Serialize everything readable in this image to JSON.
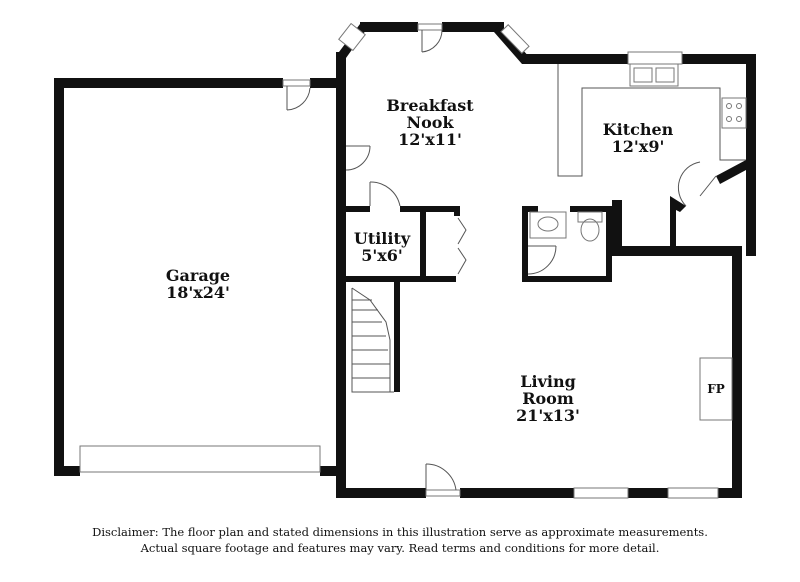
{
  "rooms": {
    "breakfast_nook": {
      "line1": "Breakfast",
      "line2": "Nook",
      "dims": "12'x11'"
    },
    "kitchen": {
      "name": "Kitchen",
      "dims": "12'x9'"
    },
    "utility": {
      "name": "Utility",
      "dims": "5'x6'"
    },
    "garage": {
      "name": "Garage",
      "dims": "18'x24'"
    },
    "living_room": {
      "line1": "Living",
      "line2": "Room",
      "dims": "21'x13'"
    },
    "fireplace": {
      "name": "FP"
    }
  },
  "disclaimer": {
    "line1": "Disclaimer: The floor plan and stated dimensions in this illustration serve as approximate measurements.",
    "line2": "Actual square footage and features may vary. Read terms and conditions for more detail."
  }
}
